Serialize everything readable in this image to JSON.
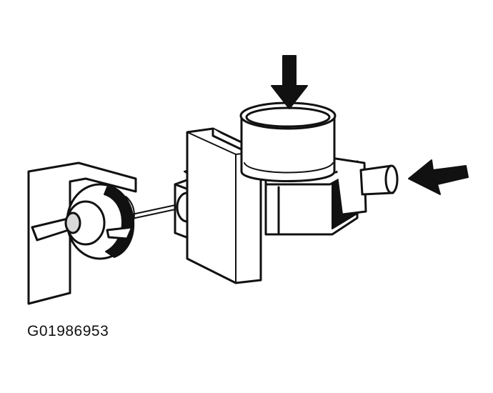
{
  "figure": {
    "code": "G01986953",
    "colors": {
      "ink": "#111111",
      "paper": "#ffffff",
      "shade": "#d9d9d9"
    },
    "arrows": [
      {
        "name": "top-arrow-icon",
        "direction": "down"
      },
      {
        "name": "right-arrow-icon",
        "direction": "left"
      }
    ]
  }
}
